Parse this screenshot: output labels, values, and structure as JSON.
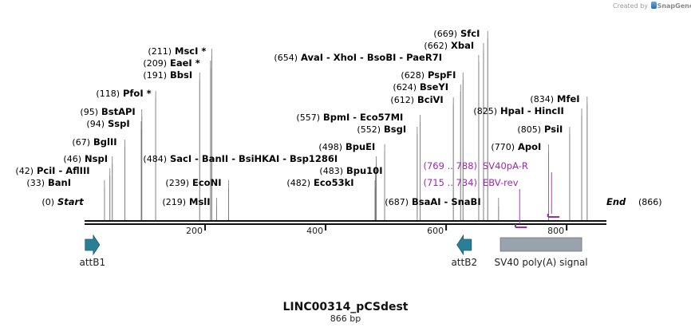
{
  "credit": {
    "prefix": "Created by",
    "brand": "SnapGene"
  },
  "sequence": {
    "name": "LINC00314_pCSdest",
    "length_label": "866 bp",
    "length": 866
  },
  "ticks": [
    {
      "pos": 200,
      "label": "200"
    },
    {
      "pos": 400,
      "label": "400"
    },
    {
      "pos": 600,
      "label": "600"
    },
    {
      "pos": 800,
      "label": "800"
    }
  ],
  "sites": [
    {
      "pos": 0,
      "pos_text": "(0)",
      "name": "Start",
      "italic": true
    },
    {
      "pos": 866,
      "pos_text": "(866)",
      "name": "End",
      "italic": true
    },
    {
      "pos": 33,
      "pos_text": "(33)",
      "name": "BanI"
    },
    {
      "pos": 42,
      "pos_text": "(42)",
      "name": "PciI - AflIII"
    },
    {
      "pos": 46,
      "pos_text": "(46)",
      "name": "NspI"
    },
    {
      "pos": 67,
      "pos_text": "(67)",
      "name": "BglII"
    },
    {
      "pos": 94,
      "pos_text": "(94)",
      "name": "SspI"
    },
    {
      "pos": 95,
      "pos_text": "(95)",
      "name": "BstAPI"
    },
    {
      "pos": 118,
      "pos_text": "(118)",
      "name": "PfoI *"
    },
    {
      "pos": 191,
      "pos_text": "(191)",
      "name": "BbsI"
    },
    {
      "pos": 209,
      "pos_text": "(209)",
      "name": "EaeI *"
    },
    {
      "pos": 211,
      "pos_text": "(211)",
      "name": "MscI *"
    },
    {
      "pos": 219,
      "pos_text": "(219)",
      "name": "MslI"
    },
    {
      "pos": 239,
      "pos_text": "(239)",
      "name": "EcoNI"
    },
    {
      "pos": 484,
      "pos_text": "(484)",
      "name": "SacI - BanII - BsiHKAI - Bsp1286I"
    },
    {
      "pos": 482,
      "pos_text": "(482)",
      "name": "Eco53kI"
    },
    {
      "pos": 483,
      "pos_text": "(483)",
      "name": "Bpu10I"
    },
    {
      "pos": 498,
      "pos_text": "(498)",
      "name": "BpuEI"
    },
    {
      "pos": 552,
      "pos_text": "(552)",
      "name": "BsgI"
    },
    {
      "pos": 557,
      "pos_text": "(557)",
      "name": "BpmI - Eco57MI"
    },
    {
      "pos": 612,
      "pos_text": "(612)",
      "name": "BciVI"
    },
    {
      "pos": 624,
      "pos_text": "(624)",
      "name": "BseYI"
    },
    {
      "pos": 628,
      "pos_text": "(628)",
      "name": "PspFI"
    },
    {
      "pos": 654,
      "pos_text": "(654)",
      "name": "AvaI - XhoI - BsoBI - PaeR7I"
    },
    {
      "pos": 662,
      "pos_text": "(662)",
      "name": "XbaI"
    },
    {
      "pos": 669,
      "pos_text": "(669)",
      "name": "SfcI"
    },
    {
      "pos": 687,
      "pos_text": "(687)",
      "name": "BsaAI - SnaBI"
    },
    {
      "pos": 770,
      "pos_text": "(770)",
      "name": "ApoI"
    },
    {
      "pos": 805,
      "pos_text": "(805)",
      "name": "PsiI"
    },
    {
      "pos": 825,
      "pos_text": "(825)",
      "name": "HpaI - HincII"
    },
    {
      "pos": 834,
      "pos_text": "(834)",
      "name": "MfeI"
    }
  ],
  "primers": [
    {
      "range_text": "(769 .. 788)",
      "name": "SV40pA-R",
      "start": 769,
      "end": 788,
      "strand": "reverse"
    },
    {
      "range_text": "(715 .. 734)",
      "name": "EBV-rev",
      "start": 715,
      "end": 734,
      "strand": "reverse"
    }
  ],
  "features": [
    {
      "name": "attB1",
      "type": "arrow-right",
      "color": "#2a7f96",
      "start": 1,
      "end": 25
    },
    {
      "name": "attB2",
      "type": "arrow-left",
      "color": "#2a7f96",
      "start": 618,
      "end": 642
    },
    {
      "name": "SV40 poly(A) signal",
      "type": "box",
      "color": "#9aa3ab",
      "start": 690,
      "end": 825
    }
  ]
}
